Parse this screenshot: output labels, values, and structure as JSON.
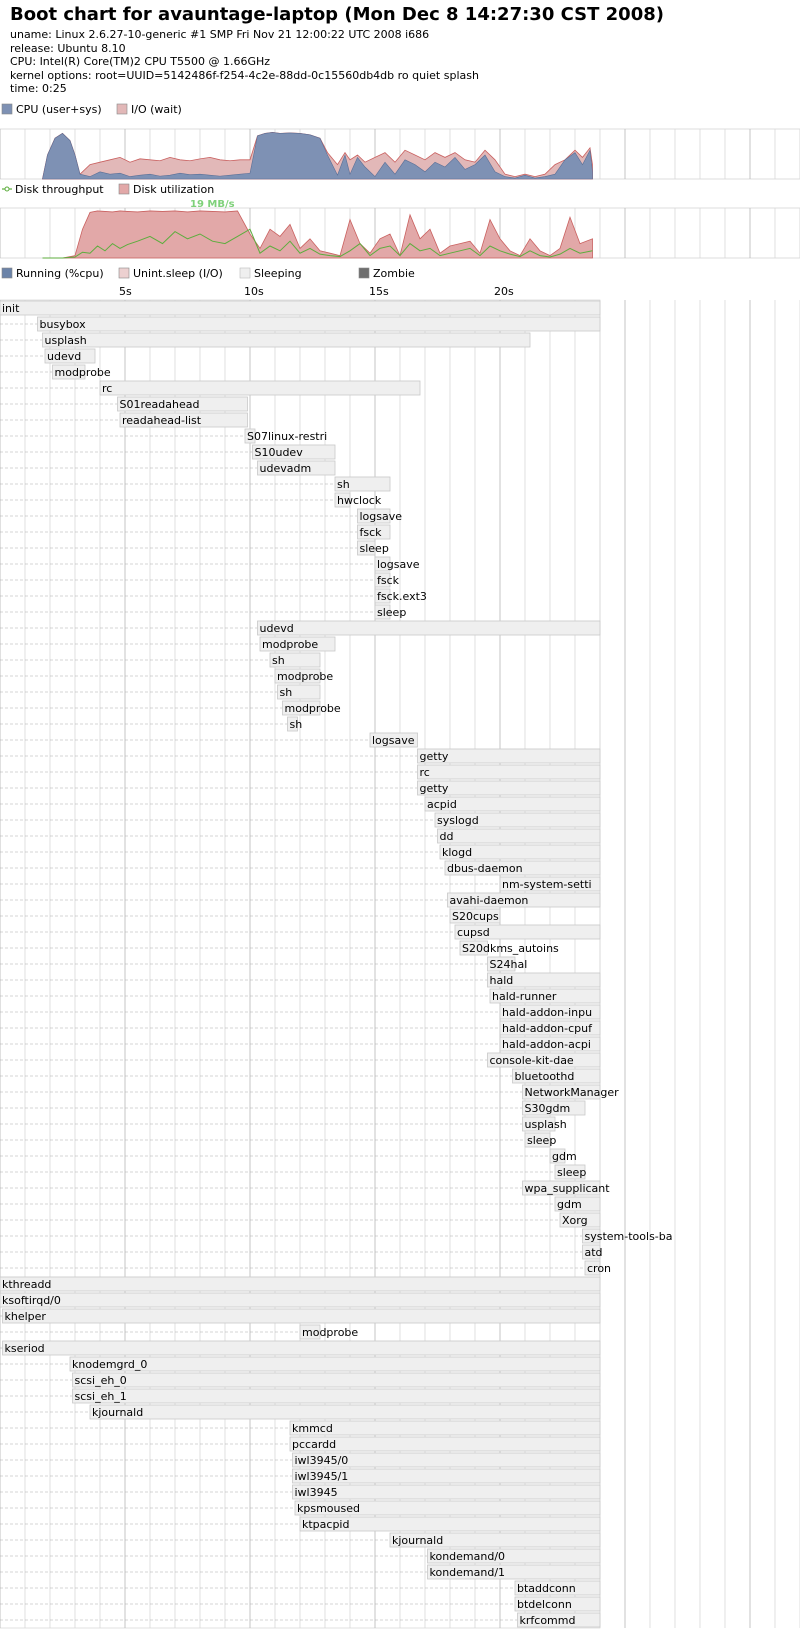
{
  "header": {
    "title": "Boot chart for avauntage-laptop (Mon Dec 8 14:27:30 CST 2008)",
    "uname": "uname: Linux 2.6.27-10-generic #1 SMP Fri Nov 21 12:00:22 UTC 2008 i686",
    "release": "release: Ubuntu 8.10",
    "cpu": "CPU: Intel(R) Core(TM)2 CPU T5500 @ 1.66GHz",
    "kernel": "kernel options: root=UUID=5142486f-f254-4c2e-88dd-0c15560db4db ro quiet splash",
    "time": "time: 0:25"
  },
  "colors": {
    "cpu": "#7e91b4",
    "io": "#e2b8b8",
    "io_line": "#c9605f",
    "disk_util": "#e2a8a8",
    "throughput": "#5cad3d",
    "running": "#6b83a8",
    "unint": "#ecd0d0",
    "sleeping": "#efefef",
    "zombie": "#6e6e6e",
    "grid": "#d8d8d8",
    "box_border": "#c8c8c8"
  },
  "chart_data": [
    {
      "type": "area",
      "legend": [
        "CPU (user+sys)",
        "I/O (wait)"
      ],
      "x_unit": "s",
      "x": [
        1.7,
        1.9,
        2.2,
        2.5,
        2.8,
        3.0,
        3.2,
        3.6,
        4.0,
        4.4,
        4.8,
        5.2,
        5.6,
        6.0,
        6.4,
        6.8,
        7.2,
        7.6,
        8.0,
        8.4,
        8.8,
        9.2,
        9.6,
        10.0,
        10.3,
        10.6,
        10.9,
        11.2,
        11.6,
        12.0,
        12.4,
        12.8,
        13.1,
        13.5,
        13.8,
        14.0,
        14.3,
        14.6,
        15.0,
        15.4,
        15.8,
        16.2,
        16.6,
        17.0,
        17.4,
        17.8,
        18.2,
        18.6,
        19.0,
        19.4,
        19.8,
        20.2,
        20.6,
        21.0,
        21.4,
        21.8,
        22.2,
        22.6,
        23.0,
        23.3,
        23.6,
        23.7
      ],
      "cpu": [
        0,
        50,
        85,
        95,
        80,
        50,
        10,
        5,
        15,
        10,
        12,
        5,
        8,
        10,
        6,
        8,
        12,
        9,
        10,
        8,
        6,
        8,
        10,
        12,
        90,
        95,
        97,
        95,
        96,
        95,
        92,
        85,
        50,
        8,
        50,
        10,
        45,
        25,
        5,
        35,
        10,
        40,
        30,
        15,
        35,
        25,
        45,
        20,
        30,
        50,
        15,
        5,
        2,
        8,
        2,
        5,
        10,
        40,
        55,
        30,
        60,
        15
      ],
      "io": [
        0,
        50,
        85,
        95,
        80,
        50,
        10,
        30,
        35,
        40,
        45,
        35,
        42,
        40,
        38,
        45,
        40,
        38,
        42,
        45,
        40,
        38,
        40,
        40,
        90,
        95,
        97,
        95,
        96,
        95,
        92,
        85,
        55,
        30,
        55,
        40,
        50,
        35,
        45,
        55,
        35,
        60,
        50,
        40,
        55,
        45,
        55,
        40,
        35,
        60,
        40,
        10,
        5,
        10,
        5,
        10,
        30,
        40,
        60,
        45,
        65,
        30
      ]
    },
    {
      "type": "area",
      "legend": [
        "Disk throughput",
        "Disk utilization"
      ],
      "annotation": "19 MB/s",
      "x_unit": "s",
      "x": [
        1.7,
        2.0,
        2.5,
        3.0,
        3.3,
        3.6,
        3.9,
        4.2,
        4.5,
        4.8,
        5.1,
        5.5,
        6.0,
        6.5,
        7.0,
        7.5,
        8.0,
        8.5,
        9.0,
        9.5,
        10.0,
        10.4,
        10.8,
        11.2,
        11.6,
        12.0,
        12.4,
        12.8,
        13.2,
        13.6,
        14.0,
        14.4,
        14.8,
        15.2,
        15.6,
        16.0,
        16.4,
        16.8,
        17.2,
        17.6,
        18.0,
        18.4,
        18.8,
        19.2,
        19.6,
        20.0,
        20.4,
        20.8,
        21.2,
        21.6,
        22.0,
        22.4,
        22.8,
        23.2,
        23.7
      ],
      "utilization": [
        0,
        0,
        0,
        5,
        60,
        95,
        98,
        97,
        96,
        98,
        97,
        96,
        98,
        97,
        98,
        96,
        98,
        97,
        96,
        98,
        50,
        20,
        60,
        45,
        70,
        20,
        40,
        15,
        10,
        5,
        80,
        30,
        10,
        40,
        50,
        5,
        90,
        40,
        60,
        10,
        25,
        30,
        35,
        10,
        80,
        40,
        15,
        5,
        40,
        15,
        5,
        20,
        85,
        30,
        40
      ],
      "throughput": [
        0,
        0,
        0,
        2,
        12,
        10,
        25,
        15,
        30,
        20,
        28,
        35,
        45,
        30,
        55,
        40,
        50,
        35,
        30,
        45,
        60,
        10,
        25,
        15,
        35,
        10,
        20,
        8,
        5,
        3,
        15,
        30,
        5,
        20,
        25,
        5,
        30,
        15,
        20,
        5,
        10,
        15,
        20,
        5,
        25,
        15,
        8,
        3,
        15,
        5,
        2,
        8,
        20,
        10,
        15
      ]
    },
    {
      "type": "gantt",
      "legend": [
        "Running (%cpu)",
        "Unint.sleep (I/O)",
        "Sleeping",
        "Zombie"
      ],
      "ticks": [
        {
          "t": 5,
          "label": "5s"
        },
        {
          "t": 10,
          "label": "10s"
        },
        {
          "t": 15,
          "label": "15s"
        },
        {
          "t": 20,
          "label": "20s"
        }
      ],
      "x_range": [
        0,
        32
      ],
      "processes": [
        {
          "name": "init",
          "start": 0.0,
          "end": 24.0
        },
        {
          "name": "busybox",
          "start": 1.5,
          "end": 24.0
        },
        {
          "name": "usplash",
          "start": 1.7,
          "end": 21.2
        },
        {
          "name": "udevd",
          "start": 1.8,
          "end": 3.8
        },
        {
          "name": "modprobe",
          "start": 2.1,
          "end": 3.4
        },
        {
          "name": "rc",
          "start": 4.0,
          "end": 16.8
        },
        {
          "name": "S01readahead",
          "start": 4.7,
          "end": 9.9
        },
        {
          "name": "readahead-list",
          "start": 4.8,
          "end": 9.9
        },
        {
          "name": "S07linux-restri",
          "start": 9.8,
          "end": 10.2
        },
        {
          "name": "S10udev",
          "start": 10.1,
          "end": 13.4
        },
        {
          "name": "udevadm",
          "start": 10.3,
          "end": 13.4
        },
        {
          "name": "sh",
          "start": 13.4,
          "end": 15.6
        },
        {
          "name": "hwclock",
          "start": 13.4,
          "end": 14.0
        },
        {
          "name": "logsave",
          "start": 14.3,
          "end": 15.6
        },
        {
          "name": "fsck",
          "start": 14.3,
          "end": 15.6
        },
        {
          "name": "sleep",
          "start": 14.3,
          "end": 15.0
        },
        {
          "name": "logsave",
          "start": 15.0,
          "end": 15.6
        },
        {
          "name": "fsck",
          "start": 15.0,
          "end": 15.6
        },
        {
          "name": "fsck.ext3",
          "start": 15.0,
          "end": 15.6
        },
        {
          "name": "sleep",
          "start": 15.0,
          "end": 15.6
        },
        {
          "name": "udevd",
          "start": 10.3,
          "end": 24.0
        },
        {
          "name": "modprobe",
          "start": 10.4,
          "end": 13.4
        },
        {
          "name": "sh",
          "start": 10.8,
          "end": 12.8
        },
        {
          "name": "modprobe",
          "start": 11.0,
          "end": 12.8
        },
        {
          "name": "sh",
          "start": 11.1,
          "end": 12.8
        },
        {
          "name": "modprobe",
          "start": 11.3,
          "end": 12.8
        },
        {
          "name": "sh",
          "start": 11.5,
          "end": 11.9
        },
        {
          "name": "logsave",
          "start": 14.8,
          "end": 16.7
        },
        {
          "name": "getty",
          "start": 16.7,
          "end": 24.0
        },
        {
          "name": "rc",
          "start": 16.7,
          "end": 24.0
        },
        {
          "name": "getty",
          "start": 16.7,
          "end": 24.0
        },
        {
          "name": "acpid",
          "start": 17.0,
          "end": 24.0
        },
        {
          "name": "syslogd",
          "start": 17.4,
          "end": 24.0
        },
        {
          "name": "dd",
          "start": 17.5,
          "end": 24.0
        },
        {
          "name": "klogd",
          "start": 17.6,
          "end": 24.0
        },
        {
          "name": "dbus-daemon",
          "start": 17.8,
          "end": 24.0
        },
        {
          "name": "nm-system-setti",
          "start": 20.0,
          "end": 24.0
        },
        {
          "name": "avahi-daemon",
          "start": 17.9,
          "end": 24.0
        },
        {
          "name": "S20cups",
          "start": 18.0,
          "end": 20.0
        },
        {
          "name": "cupsd",
          "start": 18.2,
          "end": 24.0
        },
        {
          "name": "S20dkms_autoins",
          "start": 18.4,
          "end": 19.5
        },
        {
          "name": "S24hal",
          "start": 19.5,
          "end": 20.6
        },
        {
          "name": "hald",
          "start": 19.5,
          "end": 24.0
        },
        {
          "name": "hald-runner",
          "start": 19.6,
          "end": 24.0
        },
        {
          "name": "hald-addon-inpu",
          "start": 20.0,
          "end": 24.0
        },
        {
          "name": "hald-addon-cpuf",
          "start": 20.0,
          "end": 24.0
        },
        {
          "name": "hald-addon-acpi",
          "start": 20.0,
          "end": 24.0
        },
        {
          "name": "console-kit-dae",
          "start": 19.5,
          "end": 24.0
        },
        {
          "name": "bluetoothd",
          "start": 20.5,
          "end": 24.0
        },
        {
          "name": "NetworkManager",
          "start": 20.9,
          "end": 24.0
        },
        {
          "name": "S30gdm",
          "start": 20.9,
          "end": 23.4
        },
        {
          "name": "usplash",
          "start": 20.9,
          "end": 22.2
        },
        {
          "name": "sleep",
          "start": 21.0,
          "end": 22.0
        },
        {
          "name": "gdm",
          "start": 22.0,
          "end": 22.6
        },
        {
          "name": "sleep",
          "start": 22.2,
          "end": 23.4
        },
        {
          "name": "wpa_supplicant",
          "start": 20.9,
          "end": 24.0
        },
        {
          "name": "gdm",
          "start": 22.2,
          "end": 24.0
        },
        {
          "name": "Xorg",
          "start": 22.4,
          "end": 24.0
        },
        {
          "name": "system-tools-ba",
          "start": 23.3,
          "end": 24.0
        },
        {
          "name": "atd",
          "start": 23.3,
          "end": 24.0
        },
        {
          "name": "cron",
          "start": 23.4,
          "end": 24.0
        },
        {
          "name": "kthreadd",
          "start": 0.0,
          "end": 24.0
        },
        {
          "name": "ksoftirqd/0",
          "start": 0.0,
          "end": 24.0
        },
        {
          "name": "khelper",
          "start": 0.1,
          "end": 24.0
        },
        {
          "name": "modprobe",
          "start": 12.0,
          "end": 12.8
        },
        {
          "name": "kseriod",
          "start": 0.1,
          "end": 24.0
        },
        {
          "name": "knodemgrd_0",
          "start": 2.8,
          "end": 24.0
        },
        {
          "name": "scsi_eh_0",
          "start": 2.9,
          "end": 24.0
        },
        {
          "name": "scsi_eh_1",
          "start": 2.9,
          "end": 24.0
        },
        {
          "name": "kjournald",
          "start": 3.6,
          "end": 24.0
        },
        {
          "name": "kmmcd",
          "start": 11.6,
          "end": 24.0
        },
        {
          "name": "pccardd",
          "start": 11.6,
          "end": 24.0
        },
        {
          "name": "iwl3945/0",
          "start": 11.7,
          "end": 24.0
        },
        {
          "name": "iwl3945/1",
          "start": 11.7,
          "end": 24.0
        },
        {
          "name": "iwl3945",
          "start": 11.7,
          "end": 24.0
        },
        {
          "name": "kpsmoused",
          "start": 11.8,
          "end": 24.0
        },
        {
          "name": "ktpacpid",
          "start": 12.0,
          "end": 24.0
        },
        {
          "name": "kjournald",
          "start": 15.6,
          "end": 24.0
        },
        {
          "name": "kondemand/0",
          "start": 17.1,
          "end": 24.0
        },
        {
          "name": "kondemand/1",
          "start": 17.1,
          "end": 24.0
        },
        {
          "name": "btaddconn",
          "start": 20.6,
          "end": 24.0
        },
        {
          "name": "btdelconn",
          "start": 20.6,
          "end": 24.0
        },
        {
          "name": "krfcommd",
          "start": 20.7,
          "end": 24.0
        }
      ]
    }
  ]
}
